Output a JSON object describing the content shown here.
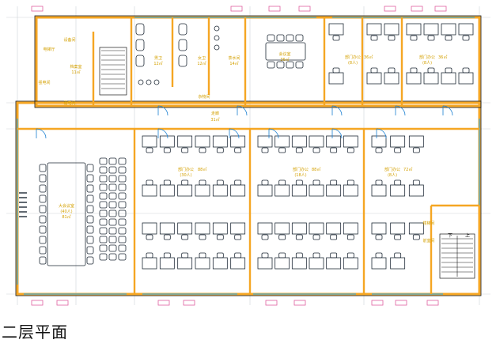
{
  "caption": "二层平面",
  "colors": {
    "wall": "#f5a623",
    "wall_dark": "#1a1a1a",
    "grid": "#cfd3d8",
    "window": "#3da9d8",
    "furniture": "#1f2a36",
    "door_arc": "#1a7fd1",
    "room_text": "#d4a000",
    "marker": "#e060a0"
  },
  "rooms": {
    "corridor": {
      "name": "走廊",
      "area": "31㎡"
    },
    "meeting_large": {
      "name": "大会议室",
      "capacity": "(40人)",
      "area": "81㎡"
    },
    "dept_office_1": {
      "name": "部门办公",
      "area": "88㎡",
      "capacity": "(30人)"
    },
    "dept_office_2": {
      "name": "部门办公",
      "area": "88㎡",
      "capacity": "(18人)"
    },
    "dept_office_3": {
      "name": "部门办公",
      "area": "72㎡",
      "capacity": "(8人)"
    },
    "dept_office_4": {
      "name": "部门办公",
      "area": "36㎡",
      "capacity": "(8人)"
    },
    "dept_office_5": {
      "name": "部门办公",
      "area": "36㎡",
      "capacity": "(8人)"
    },
    "meeting_small": {
      "name": "会议室",
      "area": "36㎡"
    },
    "toilet_m": {
      "name": "男卫",
      "area": "12㎡"
    },
    "toilet_f": {
      "name": "女卫",
      "area": "12㎡"
    },
    "tea_room": {
      "name": "茶水间",
      "area": "14㎡"
    },
    "storage": {
      "name": "杂物间",
      "area": ""
    },
    "archive": {
      "name": "档案室",
      "area": "11㎡"
    },
    "equipment_room": {
      "name": "设备间",
      "area": ""
    },
    "elevator_hall": {
      "name": "电梯厅",
      "area": ""
    },
    "stair_label": {
      "name": "前室间",
      "area": ""
    },
    "strong_room": {
      "name": "强电间",
      "area": ""
    },
    "weak_room": {
      "name": "弱电间",
      "area": ""
    },
    "lift_room": {
      "name": "楼梯间",
      "area": ""
    }
  },
  "stair_marks": {
    "down": "下",
    "up": "上"
  }
}
